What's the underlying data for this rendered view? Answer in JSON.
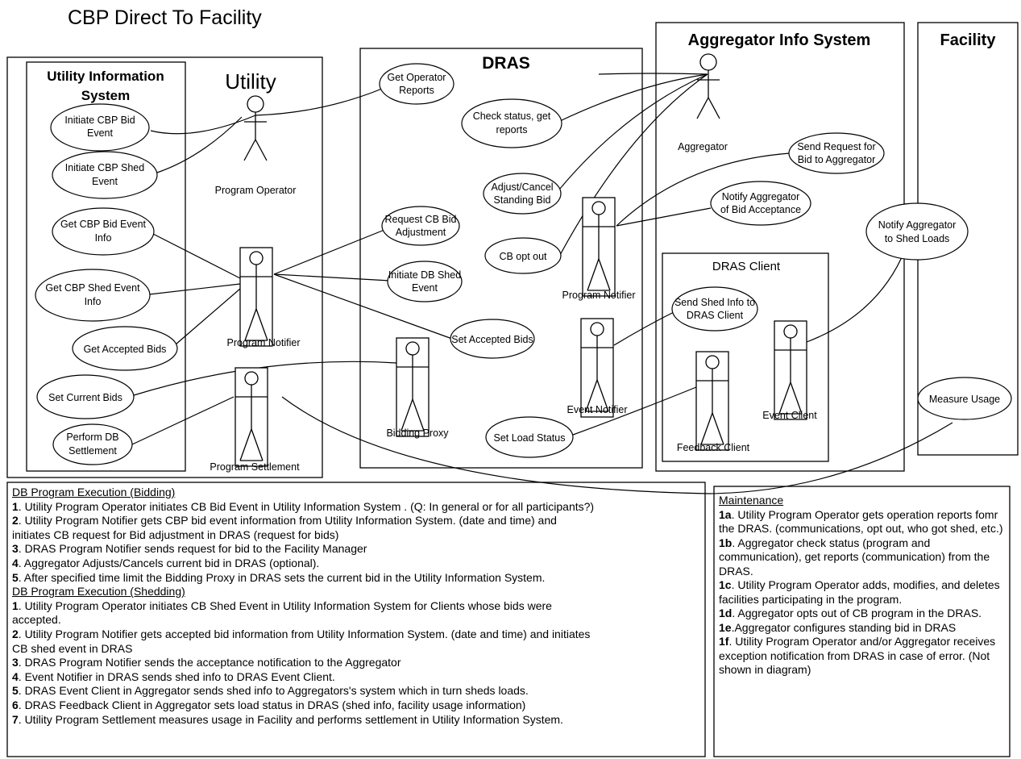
{
  "title": "CBP Direct To Facility",
  "boxes": {
    "utility_info_system": "Utility Information System",
    "dras": "DRAS",
    "aggregator_info_system": "Aggregator Info System",
    "facility": "Facility",
    "dras_client": "DRAS Client"
  },
  "utility_label": "Utility",
  "actors": {
    "program_operator": "Program Operator",
    "program_notifier_utility": "Program Notifier",
    "program_settlement": "Program Settlement",
    "bidding_proxy": "Bidding Proxy",
    "program_notifier_dras": "Program Notifier",
    "event_notifier": "Event Notifier",
    "aggregator": "Aggregator",
    "feedback_client": "Feedback Client",
    "event_client": "Event Client"
  },
  "use_cases": {
    "initiate_cbp_bid_event": [
      "Initiate CBP Bid",
      "Event"
    ],
    "initiate_cbp_shed_event": [
      "Initiate CBP Shed",
      "Event"
    ],
    "get_cbp_bid_event_info": [
      "Get CBP Bid Event",
      "Info"
    ],
    "get_cbp_shed_event_info": [
      "Get CBP Shed Event",
      "Info"
    ],
    "get_accepted_bids": [
      "Get Accepted Bids"
    ],
    "set_current_bids": [
      "Set Current Bids"
    ],
    "perform_db_settlement": [
      "Perform DB",
      "Settlement"
    ],
    "get_operator_reports": [
      "Get Operator",
      "Reports"
    ],
    "check_status": [
      "Check status, get",
      "reports"
    ],
    "adjust_cancel_standing_bid": [
      "Adjust/Cancel",
      "Standing Bid"
    ],
    "request_cb_bid_adjustment": [
      "Request CB Bid",
      "Adjustment"
    ],
    "initiate_db_shed_event": [
      "Initiate DB Shed",
      "Event"
    ],
    "cb_opt_out": [
      "CB opt out"
    ],
    "set_accepted_bids": [
      "Set Accepted Bids"
    ],
    "set_load_status": [
      "Set Load Status"
    ],
    "send_request_for_bid": [
      "Send Request for",
      "Bid to Aggregator"
    ],
    "notify_bid_acceptance": [
      "Notify Aggregator",
      "of Bid Acceptance"
    ],
    "send_shed_info": [
      "Send Shed Info to",
      "DRAS Client"
    ],
    "notify_shed_loads": [
      "Notify Aggregator",
      "to Shed Loads"
    ],
    "measure_usage": [
      "Measure Usage"
    ]
  },
  "notes_left": {
    "bidding_header": "DB Program Execution (Bidding)",
    "bidding": [
      {
        "num": "1",
        "text": ". Utility Program Operator initiates CB Bid Event in Utility Information System . (Q: In general or for all participants?)"
      },
      {
        "num": "2",
        "text": ". Utility Program Notifier gets CBP bid event information from Utility Information System. (date and time) and"
      },
      {
        "num": "",
        "text": "initiates CB request for Bid adjustment in DRAS (request for bids)"
      },
      {
        "num": "3",
        "text": ". DRAS Program Notifier sends request for bid to the Facility Manager"
      },
      {
        "num": "4",
        "text": ". Aggregator  Adjusts/Cancels current bid in DRAS (optional)."
      },
      {
        "num": "5",
        "text": ". After specified time limit the Bidding Proxy in DRAS sets the current bid in the Utility Information System."
      }
    ],
    "shedding_header": "DB Program Execution (Shedding)",
    "shedding": [
      {
        "num": "1",
        "text": ". Utility Program Operator initiates CB Shed Event in Utility Information System for Clients whose bids were"
      },
      {
        "num": "",
        "text": "accepted."
      },
      {
        "num": "2",
        "text": ". Utility Program Notifier gets accepted bid information from Utility Information System. (date and time) and initiates"
      },
      {
        "num": "",
        "text": "CB shed event in DRAS"
      },
      {
        "num": "3",
        "text": ". DRAS Program Notifier sends the acceptance notification to the Aggregator"
      },
      {
        "num": "4",
        "text": ". Event Notifier in DRAS sends shed info to DRAS Event Client."
      },
      {
        "num": "5",
        "text": ". DRAS Event Client in Aggregator sends shed info to Aggregators's system which in turn sheds loads."
      },
      {
        "num": "6",
        "text": ". DRAS Feedback Client in Aggregator sets load status in DRAS (shed info, facility usage information)"
      },
      {
        "num": "7",
        "text": ". Utility Program Settlement measures usage in Facility and performs settlement in Utility Information System."
      }
    ]
  },
  "notes_right": {
    "header": "Maintenance",
    "items": [
      {
        "num": "1a",
        "text": ". Utility Program Operator gets operation reports fomr the DRAS. (communications, opt out, who got shed, etc.)"
      },
      {
        "num": "1b",
        "text": ". Aggregator check status (program and communication), get reports (communication) from the DRAS."
      },
      {
        "num": "1c",
        "text": ". Utility Program Operator adds, modifies, and deletes facilities participating in the program."
      },
      {
        "num": "1d",
        "text": ". Aggregator opts out of CB program in the DRAS."
      },
      {
        "num": "1e",
        "text": ".Aggregator configures standing bid in DRAS"
      },
      {
        "num": "1f",
        "text": ". Utility Program Operator and/or Aggregator receives exception notification from DRAS in case of error. (Not shown in diagram)"
      }
    ]
  }
}
